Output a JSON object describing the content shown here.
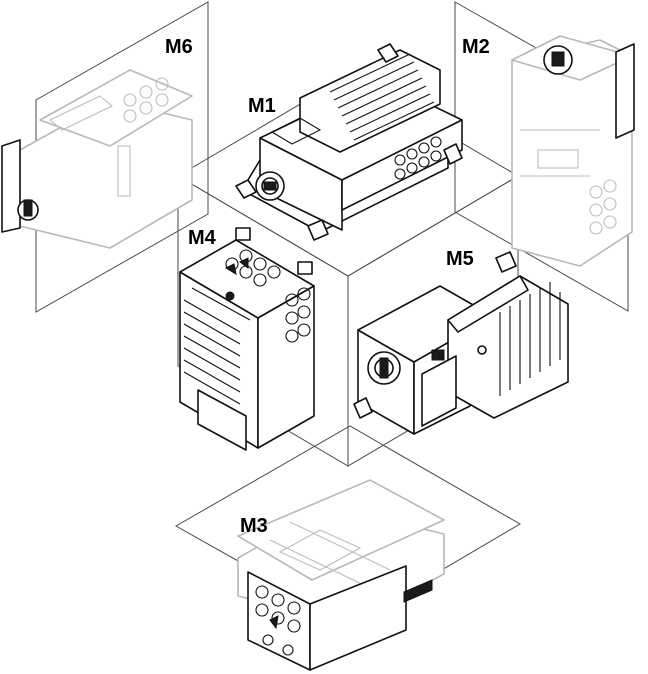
{
  "figure": {
    "title": "Drive frame-size mounting positions",
    "labels": {
      "m1": "M1",
      "m2": "M2",
      "m3": "M3",
      "m4": "M4",
      "m5": "M5",
      "m6": "M6"
    },
    "colors": {
      "line": "#4a4a4a",
      "device": "#111111",
      "ghost": "#b8b8b8"
    }
  }
}
